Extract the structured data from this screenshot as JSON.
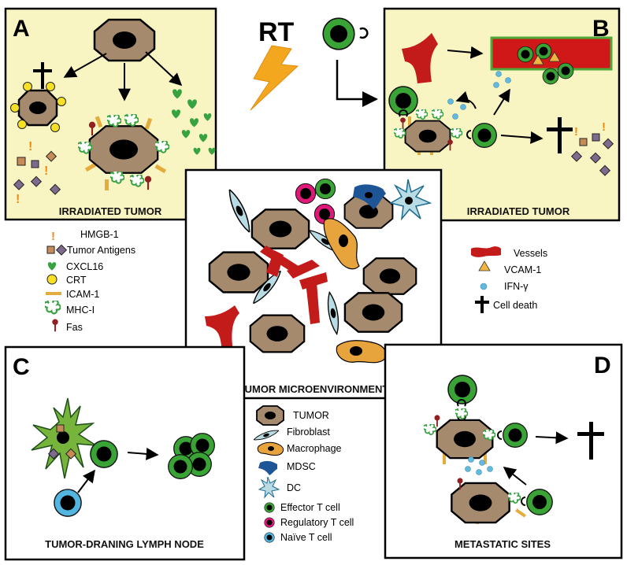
{
  "header": {
    "rt_label": "RT"
  },
  "panels": {
    "a": {
      "letter": "A",
      "title": "IRRADIATED TUMOR"
    },
    "b": {
      "letter": "B",
      "title": "IRRADIATED TUMOR"
    },
    "center": {
      "title": "TUMOR MICROENVIRONMENT"
    },
    "c": {
      "letter": "C",
      "title": "TUMOR-DRANING LYMPH NODE"
    },
    "d": {
      "letter": "D",
      "title": "METASTATIC SITES"
    }
  },
  "legend_left": [
    {
      "icon": "hmgb1-icon",
      "label": "HMGB-1"
    },
    {
      "icon": "tumor-antigens-icon",
      "label": "Tumor Antigens"
    },
    {
      "icon": "cxcl16-icon",
      "label": "CXCL16"
    },
    {
      "icon": "crt-icon",
      "label": "CRT"
    },
    {
      "icon": "icam1-icon",
      "label": "ICAM-1"
    },
    {
      "icon": "mhc1-icon",
      "label": "MHC-I"
    },
    {
      "icon": "fas-icon",
      "label": "Fas"
    }
  ],
  "legend_right": [
    {
      "icon": "vessels-icon",
      "label": "Vessels"
    },
    {
      "icon": "vcam1-icon",
      "label": "VCAM-1"
    },
    {
      "icon": "ifn-gamma-icon",
      "label": "IFN-γ"
    },
    {
      "icon": "cell-death-icon",
      "label": "Cell death"
    }
  ],
  "legend_bottom": [
    {
      "icon": "tumor-cell-icon",
      "label": "TUMOR"
    },
    {
      "icon": "fibroblast-icon",
      "label": "Fibroblast"
    },
    {
      "icon": "macrophage-icon",
      "label": "Macrophage"
    },
    {
      "icon": "mdsc-icon",
      "label": "MDSC"
    },
    {
      "icon": "dc-icon",
      "label": "DC"
    },
    {
      "icon": "effector-t-cell-icon",
      "label": "Effector T cell"
    },
    {
      "icon": "regulatory-t-cell-icon",
      "label": "Regulatory T cell"
    },
    {
      "icon": "naive-t-cell-icon",
      "label": "Naïve T cell"
    }
  ],
  "colors": {
    "panel_fill": "#f9f5c2",
    "tumor": "#a58a6e",
    "effector": "#3aa335",
    "regulatory": "#e0187a",
    "naive": "#52b6e0",
    "vessel": "#c31a1a",
    "macrophage": "#e7a33c",
    "mdsc": "#1e5596",
    "fibroblast": "#b9dbe4",
    "dc_green": "#76b43c",
    "lightning": "#f2a71f",
    "hmgb1": "#f08a12",
    "antigen_tan": "#c68c58",
    "antigen_purple": "#7d6a8c",
    "cxcl16": "#37a240",
    "crt": "#f8e024",
    "icam1": "#e3ac3c",
    "fas": "#922020",
    "vcam1": "#f0b541",
    "ifn": "#63b9de"
  }
}
